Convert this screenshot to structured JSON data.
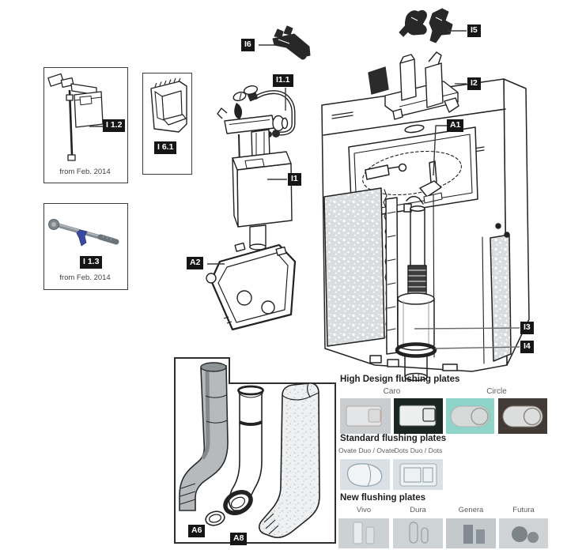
{
  "boxes": {
    "i12": {
      "label": "I 1.2",
      "note": "from Feb. 2014"
    },
    "i61": {
      "label": "I 6.1"
    },
    "i13": {
      "label": "I 1.3",
      "note": "from Feb. 2014"
    }
  },
  "callouts": {
    "i6": "I6",
    "i5": "I5",
    "i2": "I2",
    "i11": "I1.1",
    "i1": "I1",
    "a1": "A1",
    "a2": "A2",
    "i3": "I3",
    "i4": "I4",
    "a6": "A6",
    "a8": "A8"
  },
  "flushing_plates": {
    "high_design": {
      "title": "High Design flushing plates",
      "model_labels": [
        {
          "name": "Caro"
        },
        {
          "name": "Circle"
        }
      ],
      "variants": [
        {
          "model": "Caro",
          "color": "#c9cdd0"
        },
        {
          "model": "Caro",
          "color": "#1b2622"
        },
        {
          "model": "Circle",
          "color": "#8fd4c9"
        },
        {
          "model": "Circle",
          "color": "#413a35"
        }
      ]
    },
    "standard": {
      "title": "Standard flushing plates",
      "models": [
        {
          "name": "Ovate Duo / Ovate",
          "color": "#dbe0e4"
        },
        {
          "name": "Dots Duo / Dots",
          "color": "#dbe0e4"
        }
      ]
    },
    "new": {
      "title": "New flushing plates",
      "models": [
        {
          "name": "Vivo",
          "color": "#ccd1d3"
        },
        {
          "name": "Dura",
          "color": "#ced3d5"
        },
        {
          "name": "Genera",
          "color": "#c4c9cc"
        },
        {
          "name": "Futura",
          "color": "#cfd3d5"
        }
      ]
    }
  }
}
